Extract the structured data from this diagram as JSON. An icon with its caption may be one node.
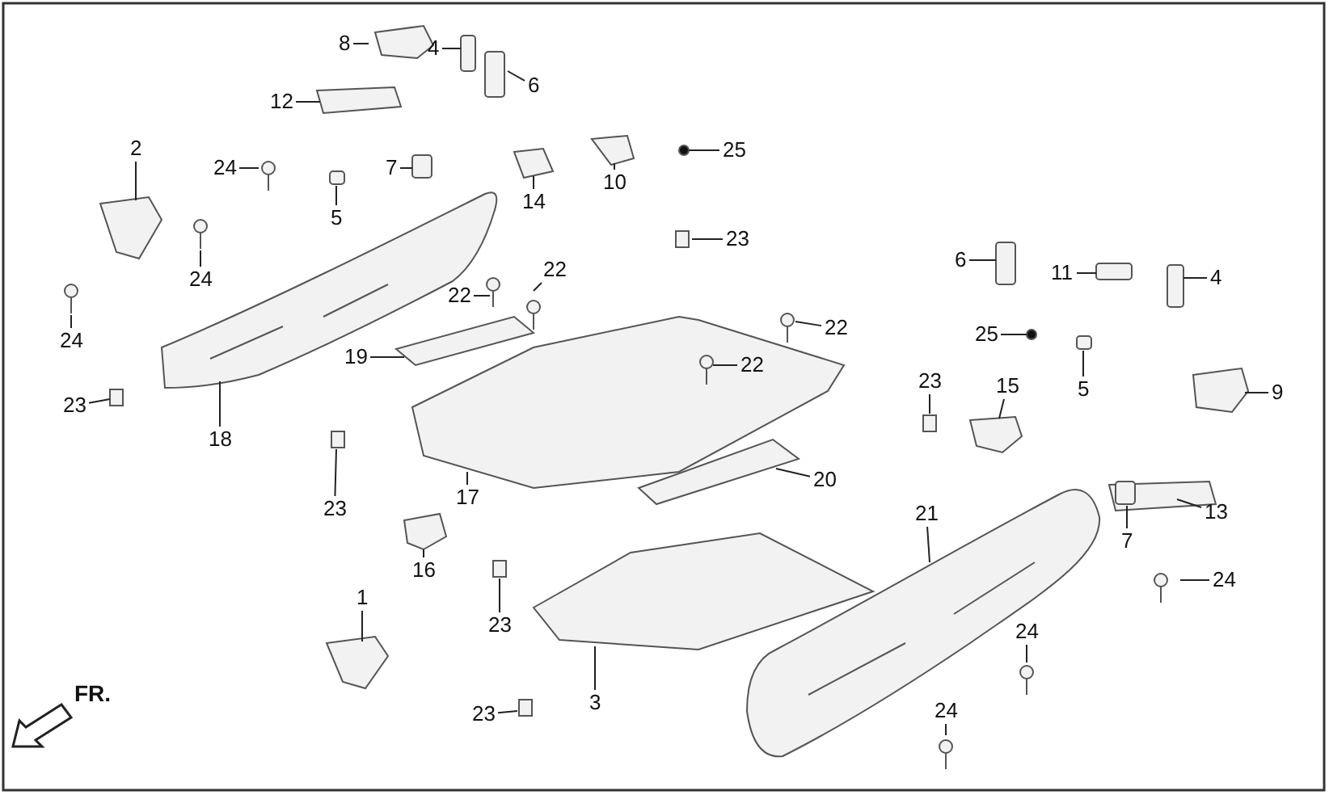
{
  "diagram": {
    "nodes": [
      {
        "text": [
          "8"
        ]
      },
      {
        "text": [
          "4"
        ]
      },
      {
        "text": [
          "6"
        ]
      },
      {
        "text": [
          "12"
        ]
      },
      {
        "text": [
          "25"
        ]
      },
      {
        "text": [
          "2"
        ]
      },
      {
        "text": [
          "24"
        ]
      },
      {
        "text": [
          "7"
        ]
      },
      {
        "text": [
          "10"
        ]
      },
      {
        "text": [
          "14"
        ]
      },
      {
        "text": [
          "5"
        ]
      },
      {
        "text": [
          "23"
        ]
      },
      {
        "text": [
          "6"
        ]
      },
      {
        "text": [
          "22"
        ]
      },
      {
        "text": [
          "11"
        ]
      },
      {
        "text": [
          "4"
        ]
      },
      {
        "text": [
          "24"
        ]
      },
      {
        "text": [
          "22"
        ]
      },
      {
        "text": [
          "22"
        ]
      },
      {
        "text": [
          "25"
        ]
      },
      {
        "text": [
          "24"
        ]
      },
      {
        "text": [
          "19"
        ]
      },
      {
        "text": [
          "22"
        ]
      },
      {
        "text": [
          "23"
        ]
      },
      {
        "text": [
          "15"
        ]
      },
      {
        "text": [
          "5"
        ]
      },
      {
        "text": [
          "9"
        ]
      },
      {
        "text": [
          "23"
        ]
      },
      {
        "text": [
          "18"
        ]
      },
      {
        "text": [
          "17"
        ]
      },
      {
        "text": [
          "20"
        ]
      },
      {
        "text": [
          "23"
        ]
      },
      {
        "text": [
          "21"
        ]
      },
      {
        "text": [
          "13"
        ]
      },
      {
        "text": [
          "7"
        ]
      },
      {
        "text": [
          "16"
        ]
      },
      {
        "text": [
          "24"
        ]
      },
      {
        "text": [
          "1"
        ]
      },
      {
        "text": [
          "23"
        ]
      },
      {
        "text": [
          "24"
        ]
      },
      {
        "text": [
          "3"
        ]
      },
      {
        "text": [
          "23"
        ]
      },
      {
        "text": [
          "24"
        ]
      }
    ],
    "edges": [
      {
        "from": 0,
        "to": null,
        "arrow": "none"
      },
      {
        "from": 1,
        "to": null,
        "arrow": "none"
      },
      {
        "from": 2,
        "to": null,
        "arrow": "none"
      },
      {
        "from": 3,
        "to": null,
        "arrow": "none"
      },
      {
        "from": 4,
        "to": null,
        "arrow": "none"
      },
      {
        "from": 5,
        "to": null,
        "arrow": "none"
      },
      {
        "from": 6,
        "to": null,
        "arrow": "none"
      },
      {
        "from": 7,
        "to": null,
        "arrow": "none"
      },
      {
        "from": 8,
        "to": null,
        "arrow": "none"
      },
      {
        "from": 9,
        "to": null,
        "arrow": "none"
      },
      {
        "from": 10,
        "to": null,
        "arrow": "none"
      },
      {
        "from": 11,
        "to": null,
        "arrow": "none"
      },
      {
        "from": 12,
        "to": null,
        "arrow": "none"
      },
      {
        "from": 13,
        "to": null,
        "arrow": "none"
      },
      {
        "from": 14,
        "to": null,
        "arrow": "none"
      },
      {
        "from": 15,
        "to": null,
        "arrow": "none"
      },
      {
        "from": 16,
        "to": null,
        "arrow": "none"
      },
      {
        "from": 17,
        "to": null,
        "arrow": "none"
      },
      {
        "from": 18,
        "to": null,
        "arrow": "none"
      },
      {
        "from": 19,
        "to": null,
        "arrow": "none"
      },
      {
        "from": 20,
        "to": null,
        "arrow": "none"
      },
      {
        "from": 21,
        "to": null,
        "arrow": "none"
      },
      {
        "from": 22,
        "to": null,
        "arrow": "none"
      },
      {
        "from": 23,
        "to": null,
        "arrow": "none"
      },
      {
        "from": 24,
        "to": null,
        "arrow": "none"
      },
      {
        "from": 25,
        "to": null,
        "arrow": "none"
      },
      {
        "from": 26,
        "to": null,
        "arrow": "none"
      },
      {
        "from": 27,
        "to": null,
        "arrow": "none"
      },
      {
        "from": 28,
        "to": null,
        "arrow": "none"
      },
      {
        "from": 29,
        "to": null,
        "arrow": "none"
      },
      {
        "from": 30,
        "to": null,
        "arrow": "none"
      },
      {
        "from": 31,
        "to": null,
        "arrow": "none"
      },
      {
        "from": 32,
        "to": null,
        "arrow": "none"
      },
      {
        "from": 33,
        "to": null,
        "arrow": "none"
      },
      {
        "from": 34,
        "to": null,
        "arrow": "none"
      },
      {
        "from": 35,
        "to": null,
        "arrow": "none"
      },
      {
        "from": 36,
        "to": null,
        "arrow": "none"
      },
      {
        "from": 37,
        "to": null,
        "arrow": "none"
      },
      {
        "from": 38,
        "to": null,
        "arrow": "none"
      },
      {
        "from": 39,
        "to": null,
        "arrow": "none"
      },
      {
        "from": 40,
        "to": null,
        "arrow": "none"
      },
      {
        "from": 41,
        "to": null,
        "arrow": "none"
      },
      {
        "from": 42,
        "to": null,
        "arrow": "none"
      }
    ],
    "labels": [
      "FR."
    ]
  }
}
